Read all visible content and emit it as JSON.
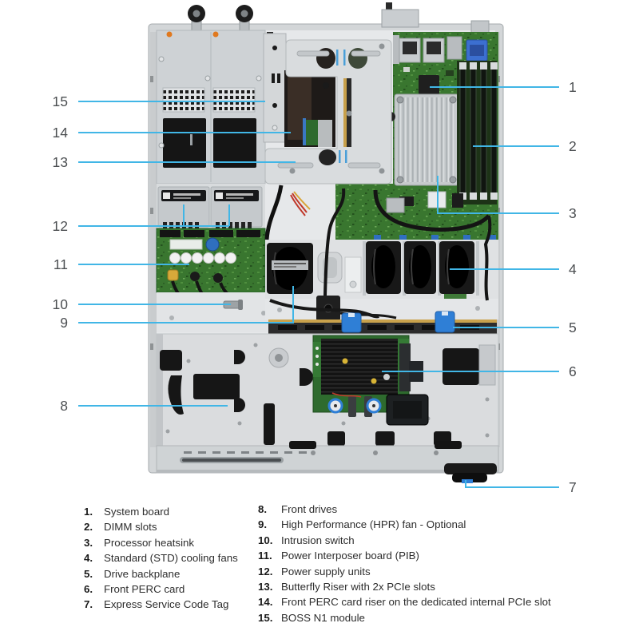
{
  "figure": {
    "callouts": {
      "n1": "1",
      "n2": "2",
      "n3": "3",
      "n4": "4",
      "n5": "5",
      "n6": "6",
      "n7": "7",
      "n8": "8",
      "n9": "9",
      "n10": "10",
      "n11": "11",
      "n12": "12",
      "n13": "13",
      "n14": "14",
      "n15": "15"
    }
  },
  "legend": {
    "left": [
      {
        "num": "1.",
        "label": "System board"
      },
      {
        "num": "2.",
        "label": "DIMM slots"
      },
      {
        "num": "3.",
        "label": "Processor heatsink"
      },
      {
        "num": "4.",
        "label": "Standard (STD) cooling fans"
      },
      {
        "num": "5.",
        "label": "Drive backplane"
      },
      {
        "num": "6.",
        "label": "Front PERC card"
      },
      {
        "num": "7.",
        "label": "Express Service Code Tag"
      }
    ],
    "right": [
      {
        "num": "8.",
        "label": "Front drives"
      },
      {
        "num": "9.",
        "label": "High Performance (HPR) fan - Optional"
      },
      {
        "num": "10.",
        "label": "Intrusion switch"
      },
      {
        "num": "11.",
        "label": "Power Interposer board (PIB)"
      },
      {
        "num": "12.",
        "label": "Power supply units"
      },
      {
        "num": "13.",
        "label": "Butterfly Riser with 2x PCIe slots"
      },
      {
        "num": "14.",
        "label": "Front PERC card riser on the dedicated internal PCIe slot"
      },
      {
        "num": "15.",
        "label": "BOSS N1 module"
      }
    ]
  },
  "colors": {
    "leader_line": "#41B6E6",
    "pcb_green": "#39762f",
    "latch_blue": "#2f7fd6",
    "backplane_gold": "#c9a24c"
  }
}
